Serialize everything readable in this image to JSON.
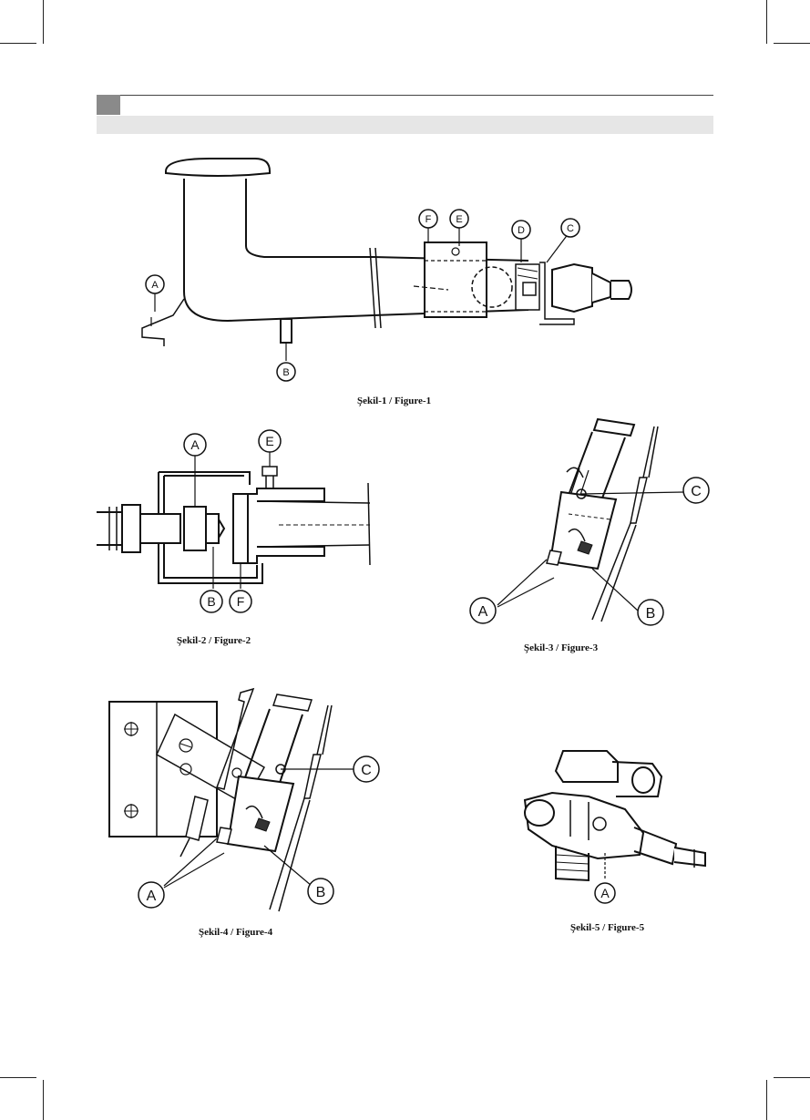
{
  "figures": [
    {
      "caption": "Şekil-1 / Figure-1",
      "labels": [
        "A",
        "B",
        "C",
        "D",
        "E",
        "F"
      ]
    },
    {
      "caption": "Şekil-2 / Figure-2",
      "labels": [
        "A",
        "B",
        "E",
        "F"
      ]
    },
    {
      "caption": "Şekil-3 / Figure-3",
      "labels": [
        "A",
        "B",
        "C"
      ]
    },
    {
      "caption": "Şekil-4 / Figure-4",
      "labels": [
        "A",
        "B",
        "C"
      ]
    },
    {
      "caption": "Şekil-5 / Figure-5",
      "labels": [
        "A"
      ]
    }
  ]
}
